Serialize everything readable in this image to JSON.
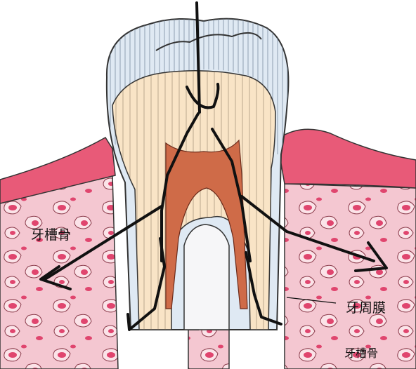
{
  "labels": {
    "alveolar_bone_left": "牙槽骨",
    "periodontal_ligament": "牙周膜",
    "alveolar_bone_right": "牙槽骨"
  },
  "colors": {
    "bone": "#f2bcc8",
    "bone_spot": "#e0456e",
    "gum": "#e85a78",
    "enamel": "#dfe9f3",
    "dentin": "#f9e4c6",
    "pulp": "#cf6b48",
    "arrow": "#111111"
  }
}
